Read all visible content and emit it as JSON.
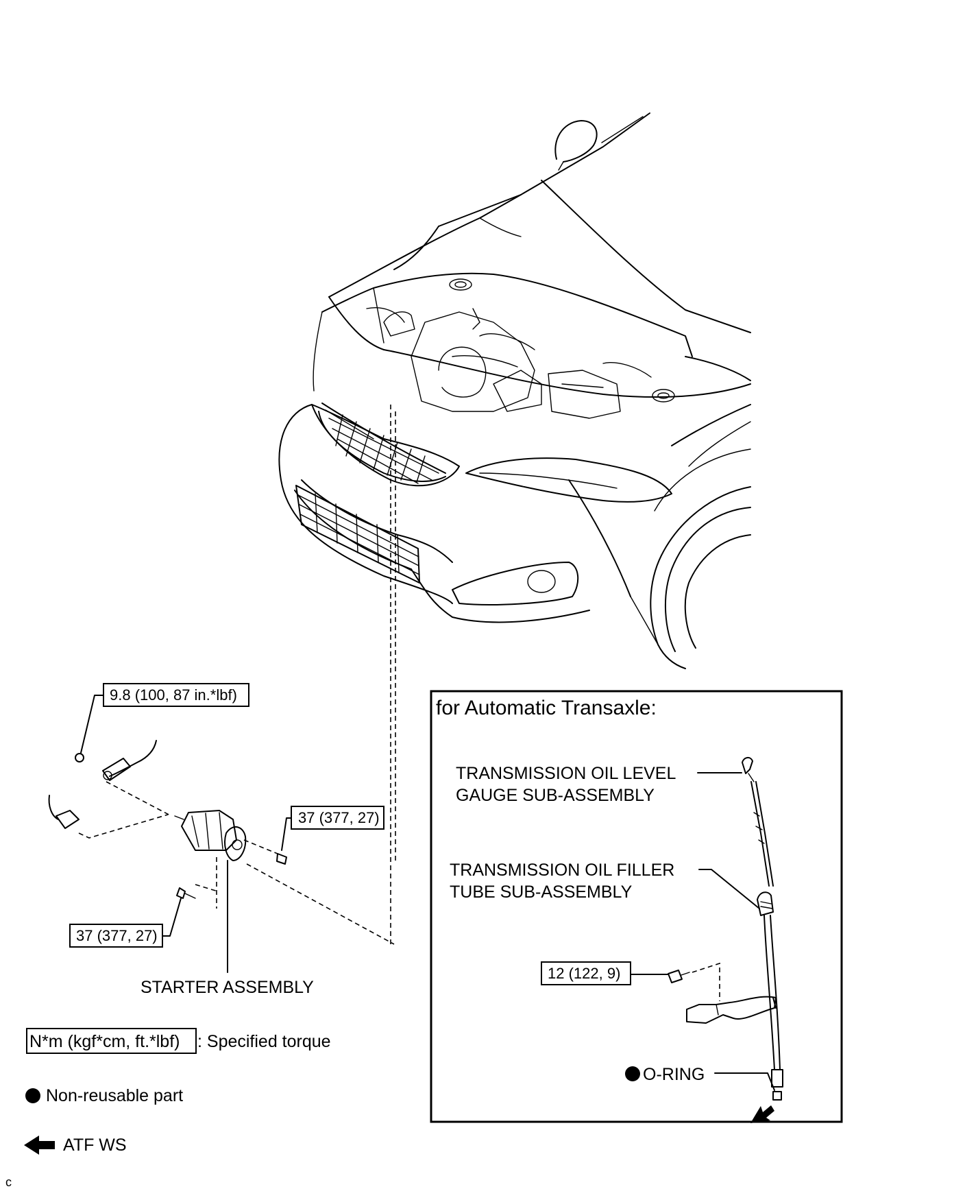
{
  "torque_specs": {
    "ground_nut": "9.8 (100, 87 in.*lbf)",
    "starter_bolt_right": "37 (377, 27)",
    "starter_bolt_lower": "37 (377, 27)",
    "bracket_bolt": "12 (122, 9)"
  },
  "labels": {
    "starter_assembly": "STARTER ASSEMBLY",
    "gauge_line1": "TRANSMISSION OIL LEVEL",
    "gauge_line2": "GAUGE SUB-ASSEMBLY",
    "filler_line1": "TRANSMISSION OIL FILLER",
    "filler_line2": "TUBE SUB-ASSEMBLY",
    "o_ring": "O-RING"
  },
  "inset": {
    "heading": "for Automatic Transaxle:"
  },
  "legend": {
    "torque_box": "N*m (kgf*cm, ft.*lbf)",
    "torque_desc": ": Specified torque",
    "nonreusable": "Non-reusable part",
    "atf": "ATF WS"
  },
  "footer": {
    "corner_mark": "c"
  },
  "icons": [
    "solid-dot-icon",
    "arrow-left-icon"
  ]
}
